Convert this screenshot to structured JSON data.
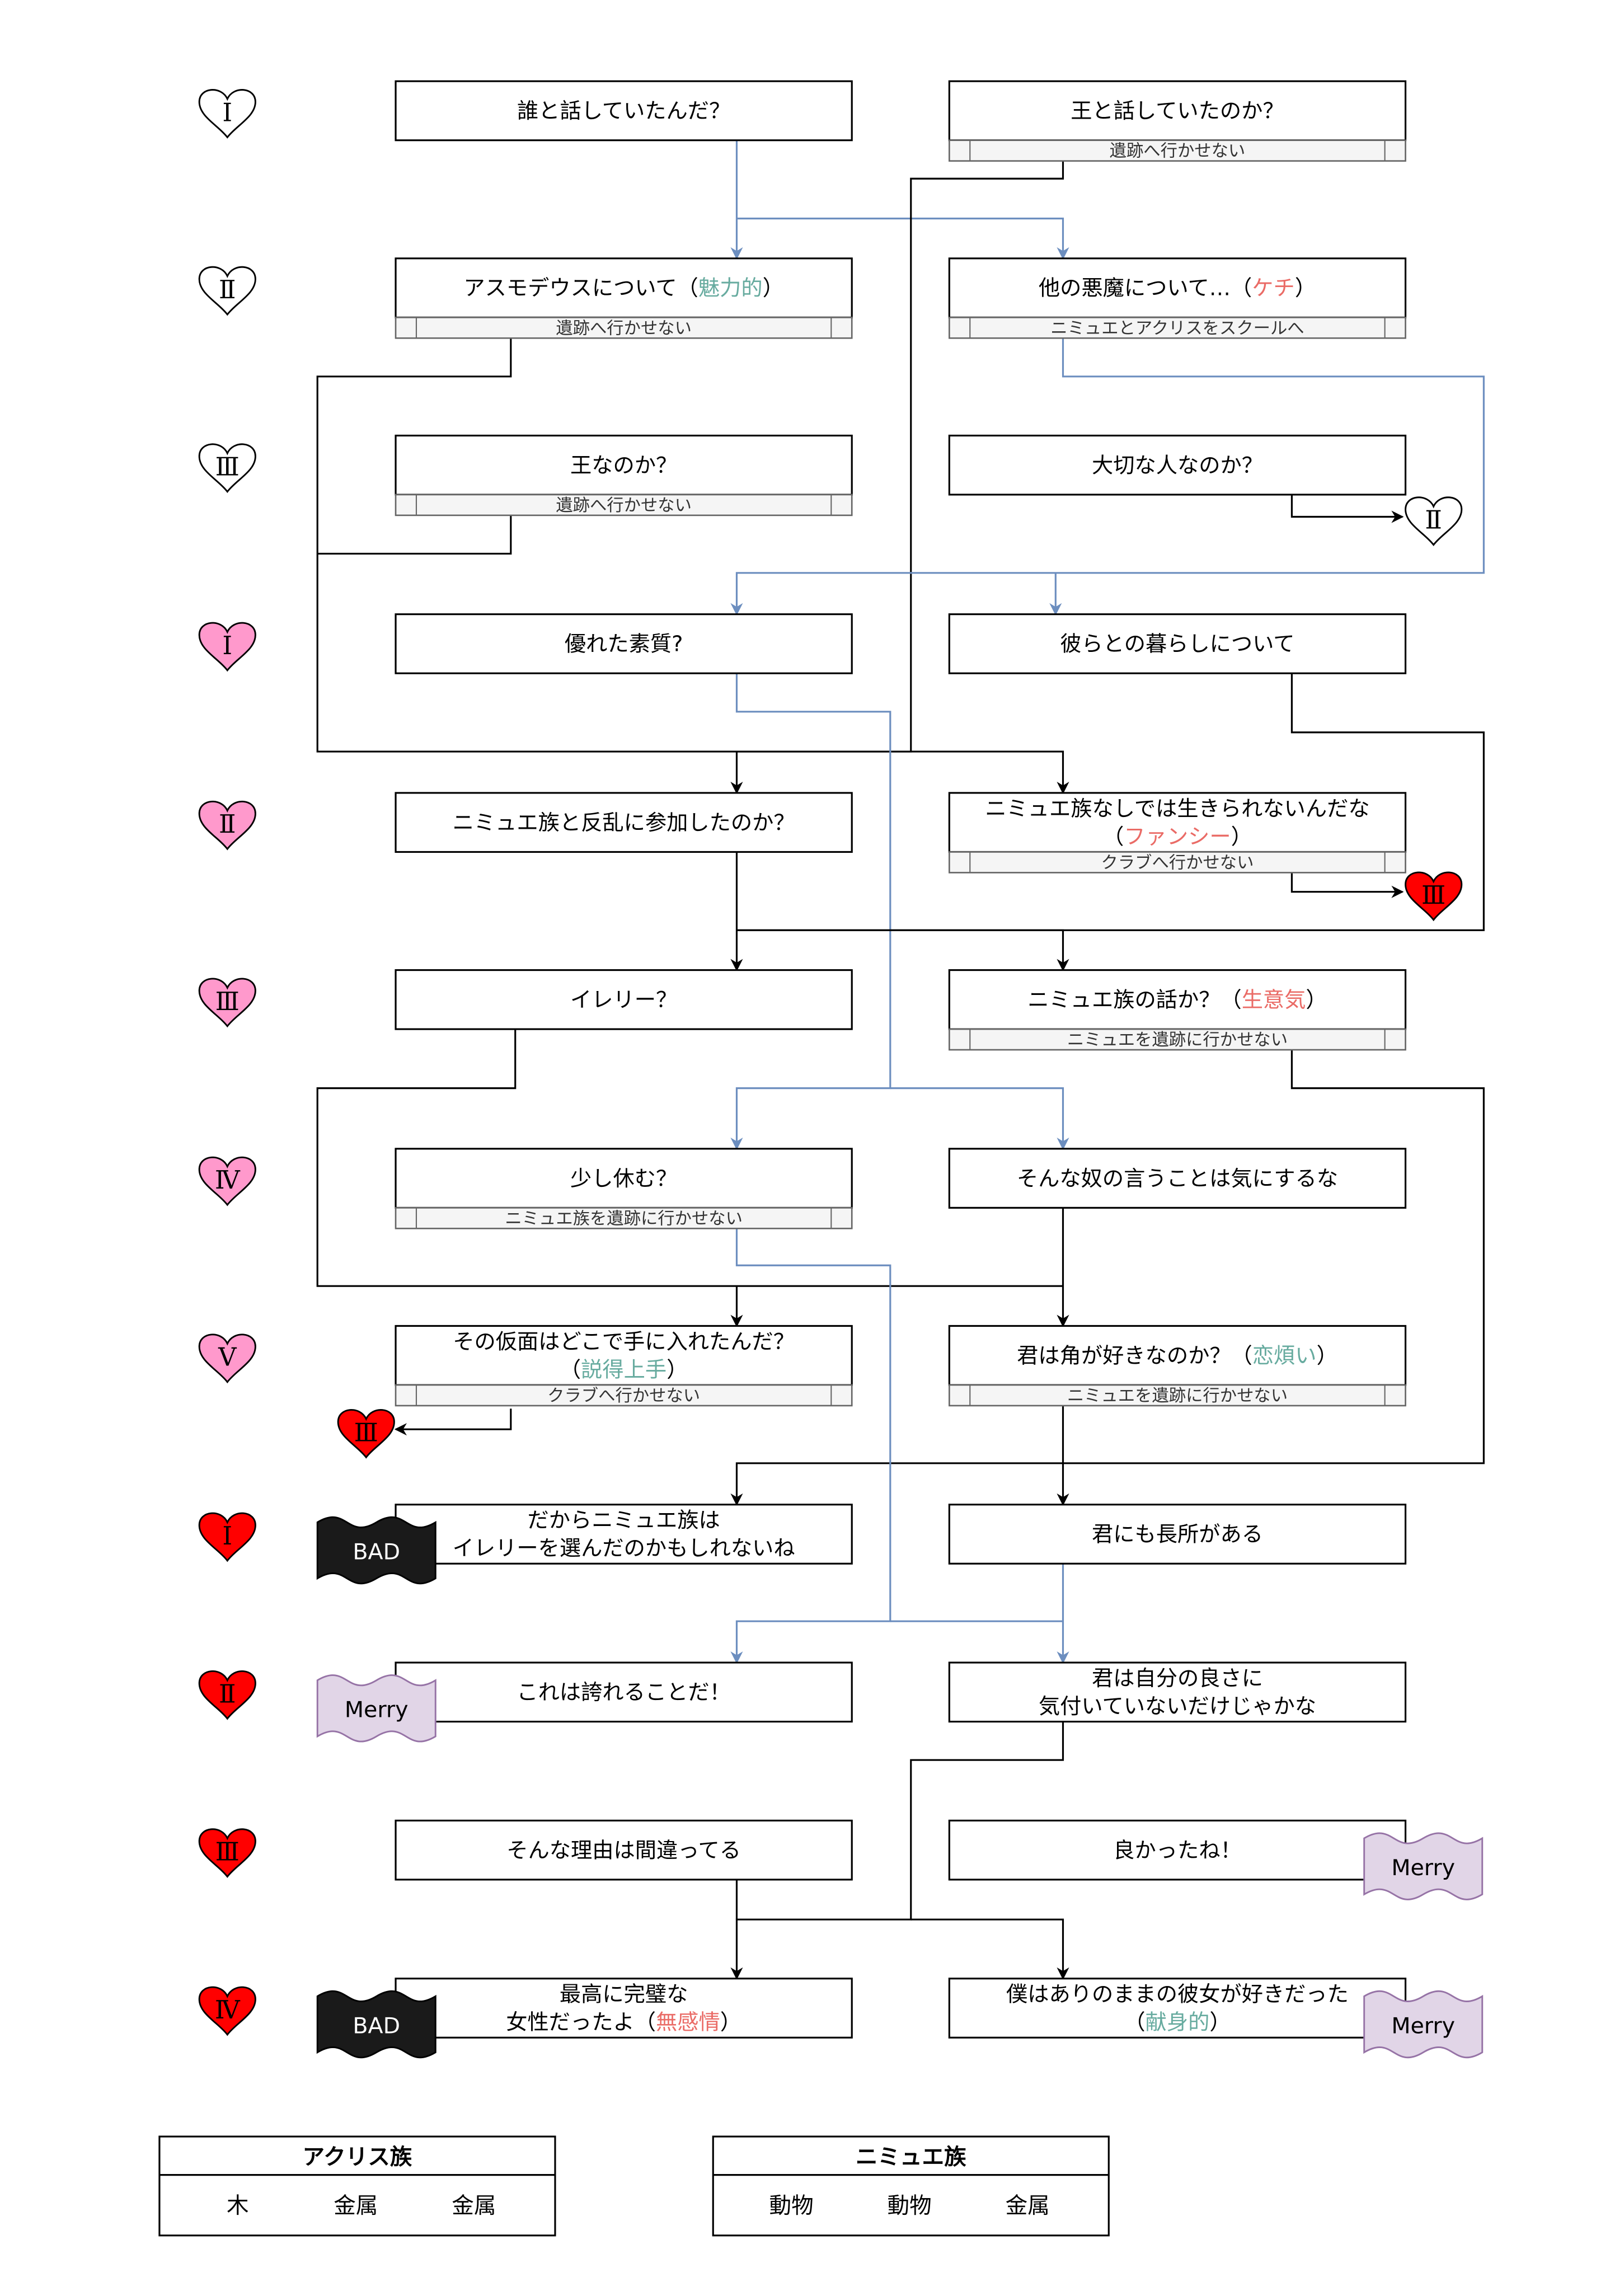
{
  "colors": {
    "positive_stat": "#67ab9f",
    "negative_stat": "#ea6b66",
    "heart_outline_fill": "#ffffff",
    "heart_pink": "#ff99cc",
    "heart_red": "#ff0000",
    "edge_black": "#000000",
    "edge_blue": "#6c8ebf",
    "bad_fill": "#1a1a1a",
    "merry_fill": "#e1d5e7",
    "merry_stroke": "#9673a6"
  },
  "row_markers": [
    {
      "numeral": "Ⅰ",
      "style": "outline"
    },
    {
      "numeral": "Ⅱ",
      "style": "outline"
    },
    {
      "numeral": "Ⅲ",
      "style": "outline"
    },
    {
      "numeral": "Ⅰ",
      "style": "pink"
    },
    {
      "numeral": "Ⅱ",
      "style": "pink"
    },
    {
      "numeral": "Ⅲ",
      "style": "pink"
    },
    {
      "numeral": "Ⅳ",
      "style": "pink"
    },
    {
      "numeral": "Ⅴ",
      "style": "pink"
    },
    {
      "numeral": "Ⅰ",
      "style": "red"
    },
    {
      "numeral": "Ⅱ",
      "style": "red"
    },
    {
      "numeral": "Ⅲ",
      "style": "red"
    },
    {
      "numeral": "Ⅳ",
      "style": "red"
    }
  ],
  "nodes": [
    {
      "id": "n1L",
      "lines": [
        [
          {
            "t": "誰と話していたんだ？"
          }
        ]
      ],
      "sub": null
    },
    {
      "id": "n1R",
      "lines": [
        [
          {
            "t": "王と話していたのか？"
          }
        ]
      ],
      "sub": "遺跡へ行かせない"
    },
    {
      "id": "n2L",
      "lines": [
        [
          {
            "t": "アスモデウスについて（"
          },
          {
            "t": "魅力的",
            "c": "positive"
          },
          {
            "t": "）"
          }
        ]
      ],
      "sub": "遺跡へ行かせない"
    },
    {
      "id": "n2R",
      "lines": [
        [
          {
            "t": "他の悪魔について…（"
          },
          {
            "t": "ケチ",
            "c": "negative"
          },
          {
            "t": "）"
          }
        ]
      ],
      "sub": "ニミュエとアクリスをスクールへ"
    },
    {
      "id": "n3L",
      "lines": [
        [
          {
            "t": "王なのか？"
          }
        ]
      ],
      "sub": "遺跡へ行かせない"
    },
    {
      "id": "n3R",
      "lines": [
        [
          {
            "t": "大切な人なのか？"
          }
        ]
      ],
      "sub": null
    },
    {
      "id": "n4L",
      "lines": [
        [
          {
            "t": "優れた素質?"
          }
        ]
      ],
      "sub": null
    },
    {
      "id": "n4R",
      "lines": [
        [
          {
            "t": "彼らとの暮らしについて"
          }
        ]
      ],
      "sub": null
    },
    {
      "id": "n5L",
      "lines": [
        [
          {
            "t": "ニミュエ族と反乱に参加したのか？"
          }
        ]
      ],
      "sub": null
    },
    {
      "id": "n5R",
      "lines": [
        [
          {
            "t": "ニミュエ族なしでは生きられないんだな"
          }
        ],
        [
          {
            "t": "（"
          },
          {
            "t": "ファンシー",
            "c": "negative"
          },
          {
            "t": "）"
          }
        ]
      ],
      "sub": "クラブへ行かせない"
    },
    {
      "id": "n6L",
      "lines": [
        [
          {
            "t": "イレリー？"
          }
        ]
      ],
      "sub": null
    },
    {
      "id": "n6R",
      "lines": [
        [
          {
            "t": "ニミュエ族の話か？（"
          },
          {
            "t": "生意気",
            "c": "negative"
          },
          {
            "t": "）"
          }
        ]
      ],
      "sub": "ニミュエを遺跡に行かせない"
    },
    {
      "id": "n7L",
      "lines": [
        [
          {
            "t": "少し休む？"
          }
        ]
      ],
      "sub": "ニミュエ族を遺跡に行かせない"
    },
    {
      "id": "n7R",
      "lines": [
        [
          {
            "t": "そんな奴の言うことは気にするな"
          }
        ]
      ],
      "sub": null
    },
    {
      "id": "n8L",
      "lines": [
        [
          {
            "t": "その仮面はどこで手に入れたんだ？"
          }
        ],
        [
          {
            "t": "（"
          },
          {
            "t": "説得上手",
            "c": "positive"
          },
          {
            "t": "）"
          }
        ]
      ],
      "sub": "クラブへ行かせない"
    },
    {
      "id": "n8R",
      "lines": [
        [
          {
            "t": "君は角が好きなのか？（"
          },
          {
            "t": "恋煩い",
            "c": "positive"
          },
          {
            "t": "）"
          }
        ]
      ],
      "sub": "ニミュエを遺跡に行かせない"
    },
    {
      "id": "n9L",
      "lines": [
        [
          {
            "t": "だからニミュエ族は"
          }
        ],
        [
          {
            "t": "イレリーを選んだのかもしれないね"
          }
        ]
      ],
      "sub": null
    },
    {
      "id": "n9R",
      "lines": [
        [
          {
            "t": "君にも長所がある"
          }
        ]
      ],
      "sub": null
    },
    {
      "id": "n10L",
      "lines": [
        [
          {
            "t": "これは誇れることだ！"
          }
        ]
      ],
      "sub": null
    },
    {
      "id": "n10R",
      "lines": [
        [
          {
            "t": "君は自分の良さに"
          }
        ],
        [
          {
            "t": "気付いていないだけじゃかな"
          }
        ]
      ],
      "sub": null
    },
    {
      "id": "n11L",
      "lines": [
        [
          {
            "t": "そんな理由は間違ってる"
          }
        ]
      ],
      "sub": null
    },
    {
      "id": "n11R",
      "lines": [
        [
          {
            "t": "良かったね！"
          }
        ]
      ],
      "sub": null
    },
    {
      "id": "n12L",
      "lines": [
        [
          {
            "t": "最高に完璧な"
          }
        ],
        [
          {
            "t": "女性だったよ（"
          },
          {
            "t": "無感情",
            "c": "negative"
          },
          {
            "t": "）"
          }
        ]
      ],
      "sub": null
    },
    {
      "id": "n12R",
      "lines": [
        [
          {
            "t": "僕はありのままの彼女が好きだった"
          }
        ],
        [
          {
            "t": "（"
          },
          {
            "t": "献身的",
            "c": "positive"
          },
          {
            "t": "）"
          }
        ]
      ],
      "sub": null
    }
  ],
  "jump_hearts": [
    {
      "id": "j1",
      "numeral": "Ⅱ",
      "style": "outline"
    },
    {
      "id": "j2",
      "numeral": "Ⅲ",
      "style": "red"
    },
    {
      "id": "j3",
      "numeral": "Ⅲ",
      "style": "red"
    }
  ],
  "endings": [
    {
      "id": "e1",
      "label": "BAD",
      "kind": "bad"
    },
    {
      "id": "e2",
      "label": "Merry",
      "kind": "merry"
    },
    {
      "id": "e3",
      "label": "Merry",
      "kind": "merry"
    },
    {
      "id": "e4",
      "label": "BAD",
      "kind": "bad"
    },
    {
      "id": "e5",
      "label": "Merry",
      "kind": "merry"
    }
  ],
  "legend_tables": [
    {
      "title": "アクリス族",
      "cells": [
        "木",
        "金属",
        "金属"
      ]
    },
    {
      "title": "ニミュエ族",
      "cells": [
        "動物",
        "動物",
        "金属"
      ]
    }
  ]
}
